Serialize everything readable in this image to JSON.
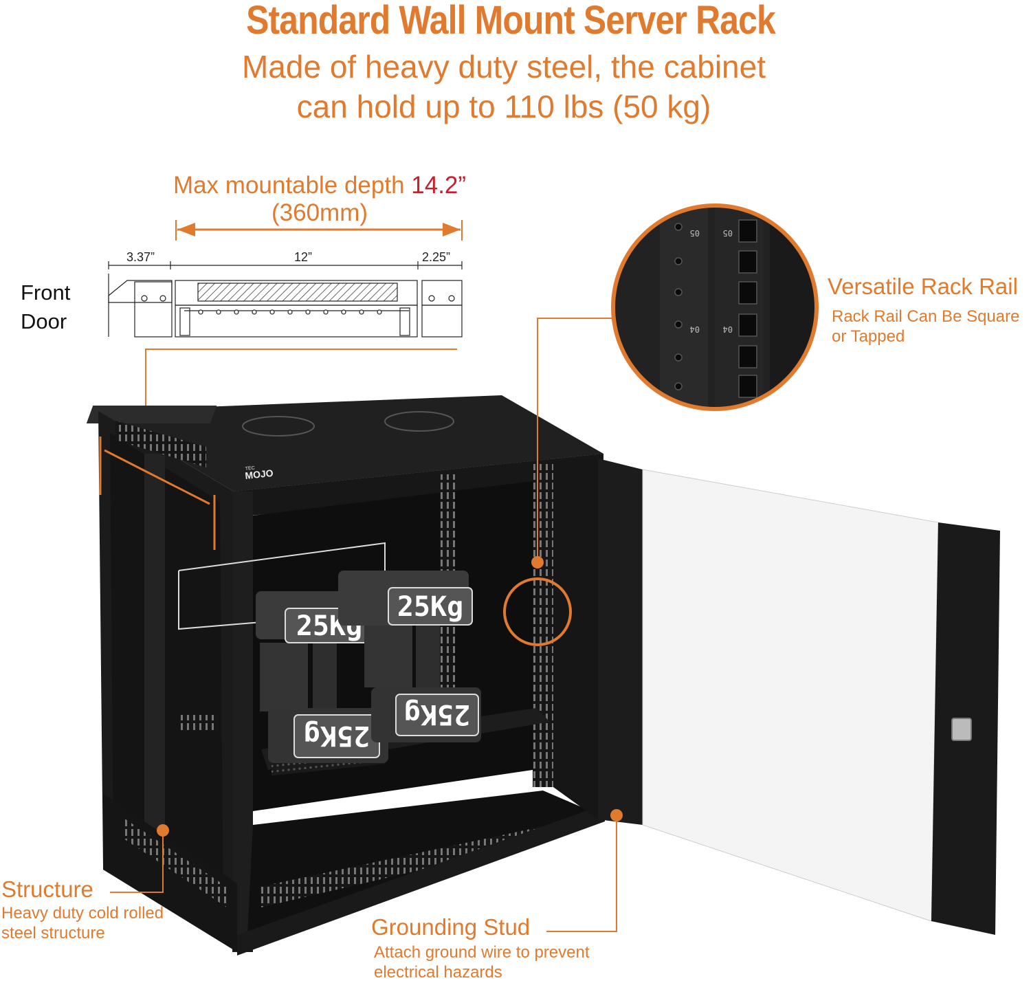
{
  "header": {
    "title": "Standard Wall Mount Server Rack",
    "subtitle_line1": "Made of heavy duty steel, the cabinet",
    "subtitle_line2": "can hold up to 110 lbs (50 kg)"
  },
  "diagram": {
    "depth_label": "Max mountable depth",
    "depth_value": "14.2”",
    "depth_metric": "(360mm)",
    "dim_left": "3.37”",
    "dim_middle": "12”",
    "dim_right": "2.25”",
    "front_door_line1": "Front",
    "front_door_line2": "Door"
  },
  "product": {
    "brand": "MOJO",
    "brand_small": "TEC",
    "weight_label": "25Kg"
  },
  "rail_closeup": {
    "marks": [
      "05",
      "04"
    ]
  },
  "callouts": {
    "rail_title": "Versatile Rack Rail",
    "rail_desc": "Rack Rail Can Be Square or Tapped",
    "structure_title": "Structure",
    "structure_desc": "Heavy duty cold rolled steel structure",
    "ground_title": "Grounding Stud",
    "ground_desc": "Attach ground wire to prevent electrical hazards"
  },
  "colors": {
    "accent": "#e07a2e",
    "depth_value": "#c81f2a",
    "cabinet": "#1a1a1a"
  }
}
